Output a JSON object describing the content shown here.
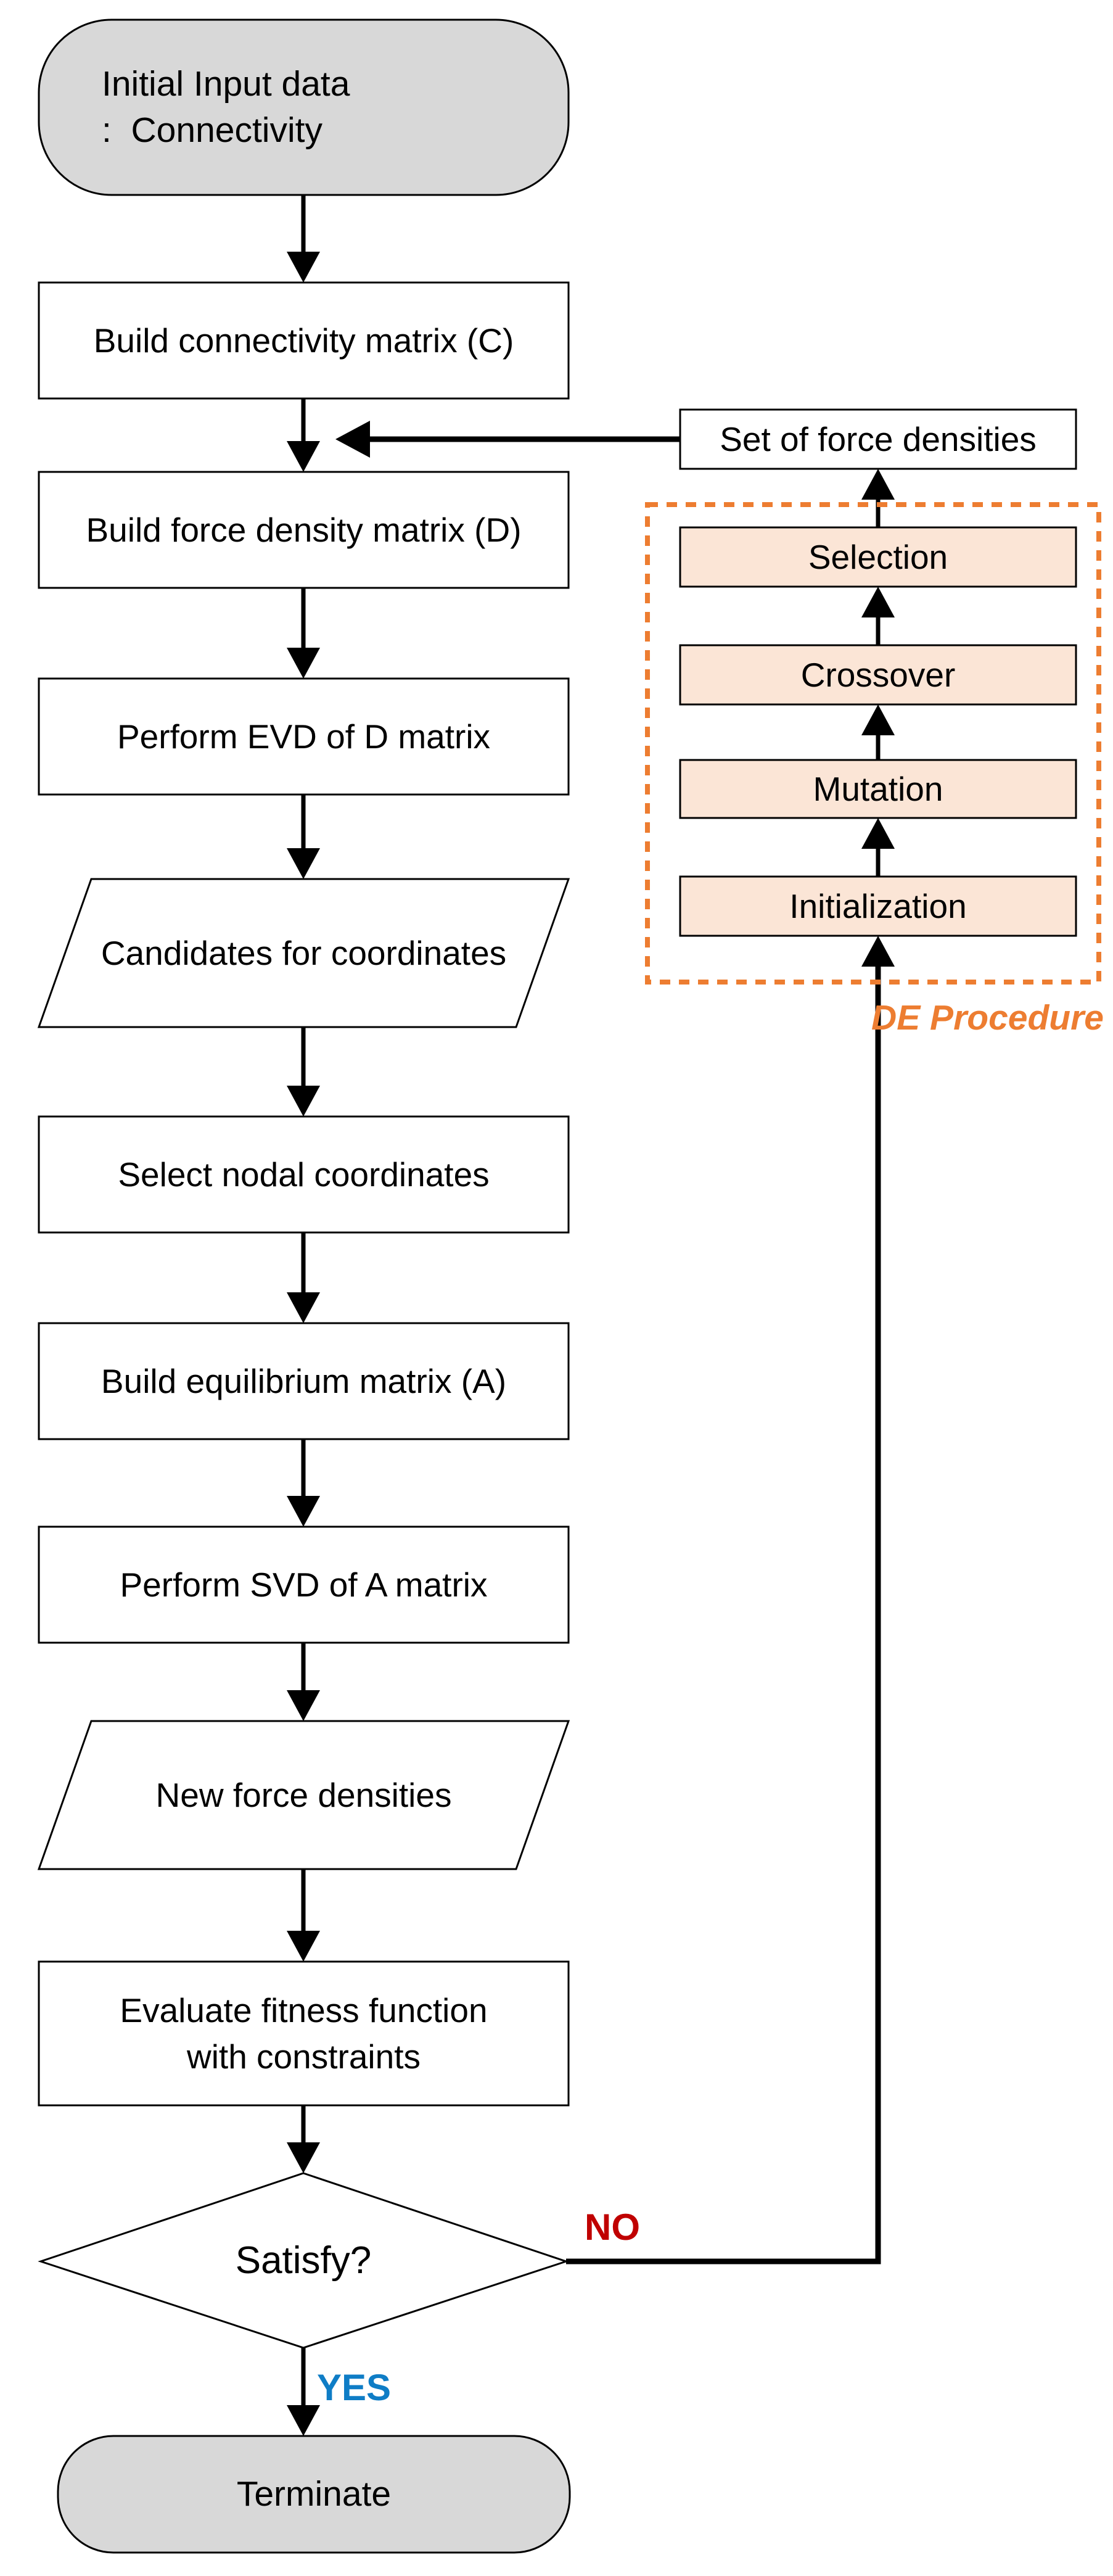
{
  "flowchart": {
    "start": {
      "line1": "Initial Input data",
      "line2": ":  Connectivity"
    },
    "steps": {
      "build_connectivity": "Build connectivity matrix (C)",
      "build_force_density": "Build force density matrix (D)",
      "perform_evd": "Perform EVD of D matrix",
      "candidates_for_coordinates": "Candidates for coordinates",
      "select_nodal": "Select nodal coordinates",
      "build_equilibrium": "Build equilibrium matrix (A)",
      "perform_svd": "Perform SVD of A matrix",
      "new_force_densities": "New force densities",
      "evaluate_line1": "Evaluate fitness function",
      "evaluate_line2": "with constraints",
      "decision": "Satisfy?",
      "terminate": "Terminate"
    },
    "branch_labels": {
      "no": "NO",
      "yes": "YES"
    },
    "de_procedure": {
      "label": "DE Procedure",
      "set_of_force_densities": "Set of force densities",
      "stages": {
        "selection": "Selection",
        "crossover": "Crossover",
        "mutation": "Mutation",
        "initialization": "Initialization"
      }
    }
  },
  "colors": {
    "terminal_fill": "#d8d8d8",
    "process_fill": "#ffffff",
    "de_stage_fill": "#fbe5d6",
    "de_accent_orange": "#ed7d31",
    "no_red": "#c00000",
    "yes_blue": "#0f7dc6",
    "line_black": "#000000"
  }
}
